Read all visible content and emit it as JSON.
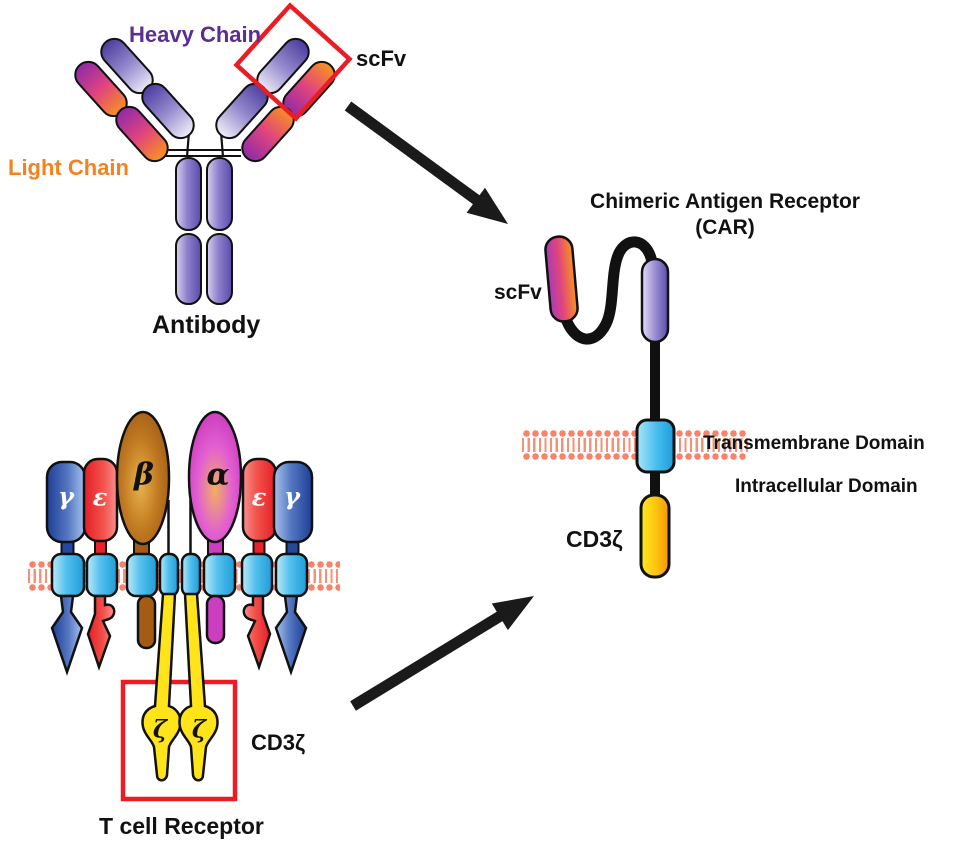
{
  "antibody": {
    "title": "Antibody",
    "heavy_chain_label": "Heavy Chain",
    "light_chain_label": "Light Chain",
    "scfv_label": "scFv"
  },
  "tcr": {
    "title": "T cell Receptor",
    "cd3zeta_label": "CD3ζ",
    "subunits": [
      "γ",
      "ε",
      "β",
      "α",
      "ε",
      "γ"
    ],
    "zeta_chain_letters": [
      "ζ",
      "ζ"
    ]
  },
  "car": {
    "title_line1": "Chimeric Antigen Receptor",
    "title_line2": "(CAR)",
    "scfv_label": "scFv",
    "transmembrane_label": "Transmembrane Domain",
    "intracellular_label": "Intracellular Domain",
    "cd3zeta_label": "CD3ζ"
  },
  "colors": {
    "red_box": "#EC1C24",
    "membrane_salmon": "#F8826A",
    "heavy_chain_text": "#5B2E91",
    "light_chain_text": "#F5821F",
    "arrow_black": "#1A1A1A",
    "transmembrane_blue": "#45BCEE",
    "cd3zeta_yellow": "#FDC40F",
    "heavy_pill_purple": "#5B4BAE",
    "light_pill_orange": "#F8941E",
    "light_pill_magenta": "#8E2AA8"
  }
}
